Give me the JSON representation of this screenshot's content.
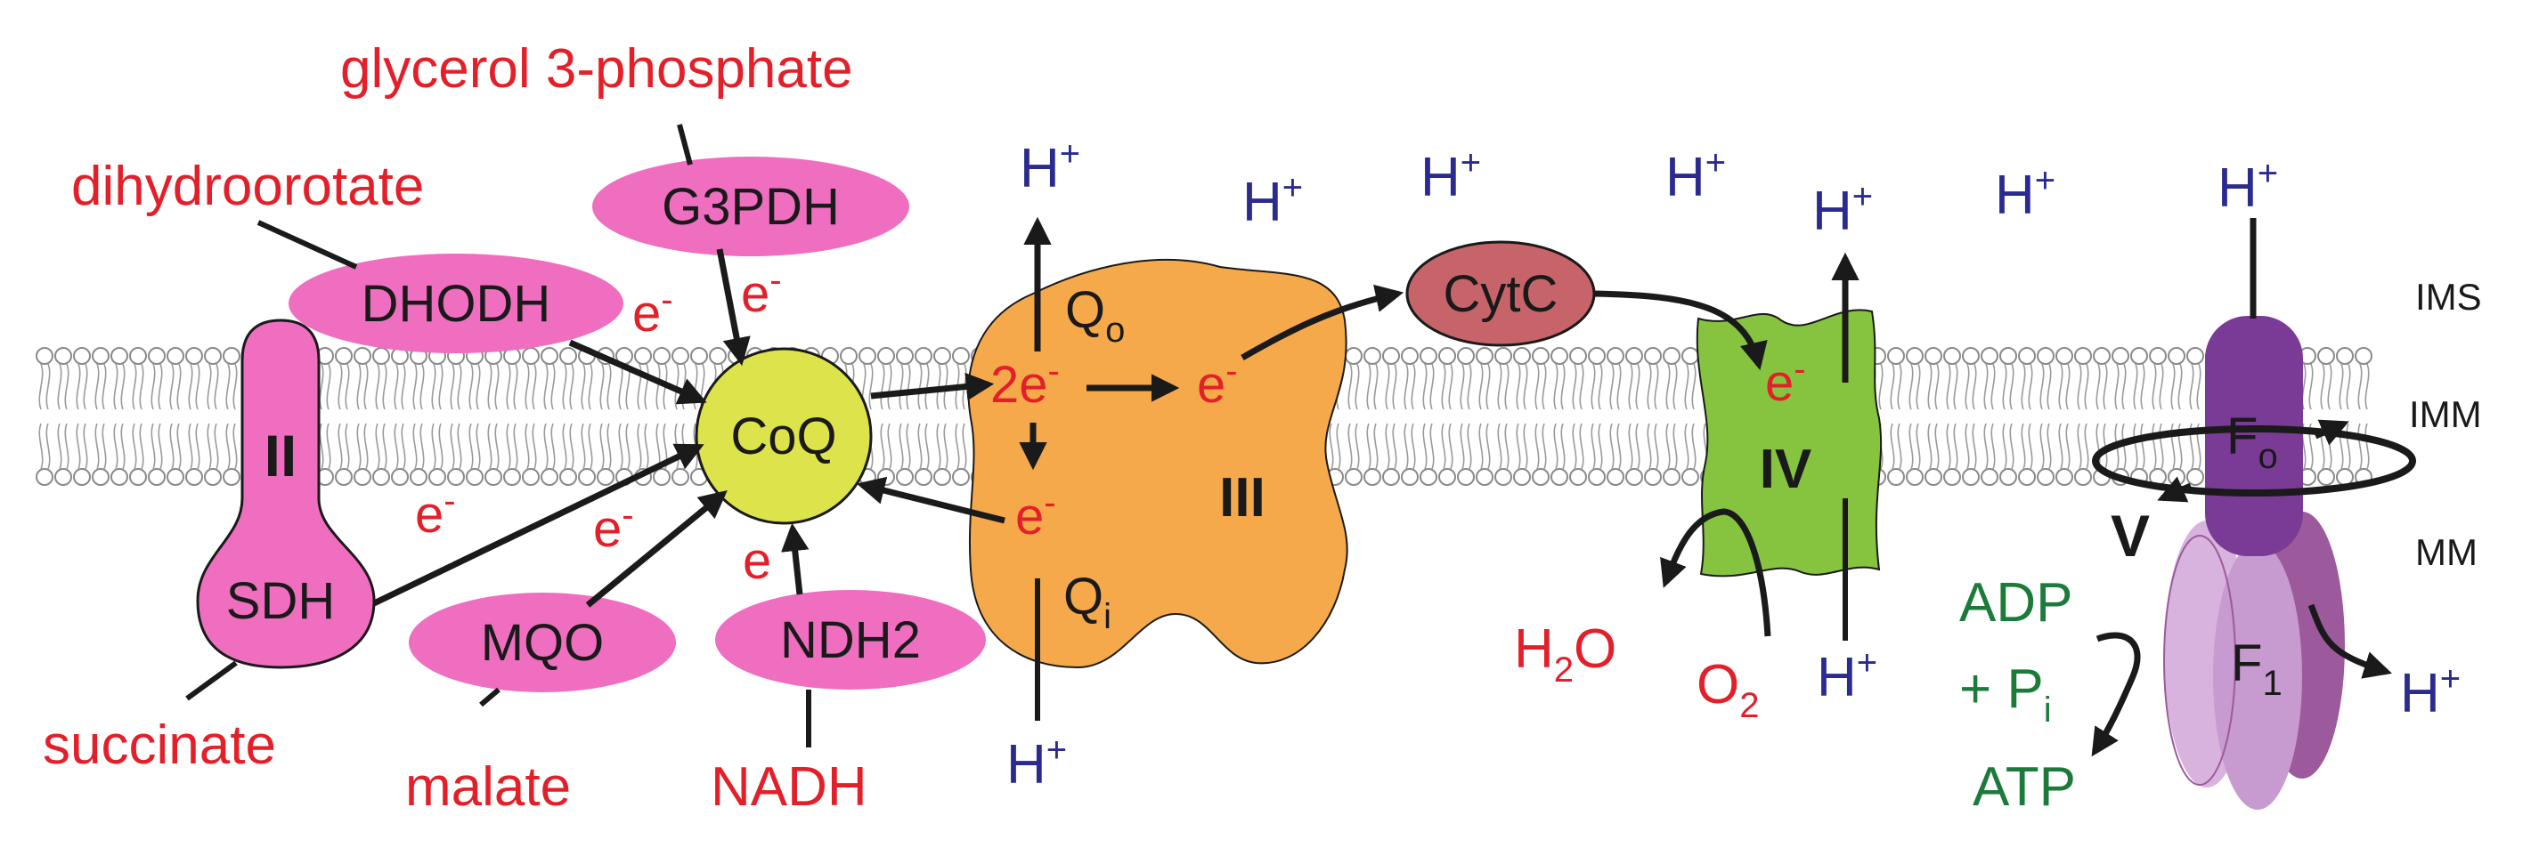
{
  "substrates": {
    "glycerol3p": "glycerol 3-phosphate",
    "dihydroorotate": "dihydroorotate",
    "succinate": "succinate",
    "malate": "malate",
    "nadh": "NADH"
  },
  "enzymes": {
    "g3pdh": "G3PDH",
    "dhodh": "DHODH",
    "mqo": "MQO",
    "ndh2": "NDH2",
    "sdh": "SDH",
    "complex2": "II",
    "coq": "CoQ",
    "complex3": "III",
    "cytc": "CytC",
    "complex4": "IV",
    "complex5": "V",
    "f_base": "F",
    "f_o_sub": "o",
    "f_1_sub": "1"
  },
  "q_sites": {
    "q": "Q",
    "qo_sub": "o",
    "qi_sub": "i"
  },
  "electrons": {
    "e": "e",
    "minus": "-",
    "two_e": "2e"
  },
  "proton": {
    "h": "H",
    "plus": "+"
  },
  "products": {
    "h2o_h": "H",
    "h2o_2": "2",
    "h2o_o": "O",
    "o2_o": "O",
    "o2_2": "2",
    "adp": "ADP",
    "pi_plus": "+ P",
    "pi_sub": "i",
    "atp": "ATP"
  },
  "compartments": {
    "ims": "IMS",
    "imm": "IMM",
    "mm": "MM"
  },
  "colors": {
    "substrate_red": "#e3202a",
    "proton_blue": "#2b2a8f",
    "atp_green": "#1c7a3a",
    "enzyme_pink": "#ef6ec0",
    "coq_yellow": "#dde34a",
    "complex3_orange": "#f6a94b",
    "cytc_rose": "#c7646a",
    "complex4_green": "#86c440",
    "fo_purple": "#7a3b97",
    "f1_lilac": "#c79ad0"
  }
}
